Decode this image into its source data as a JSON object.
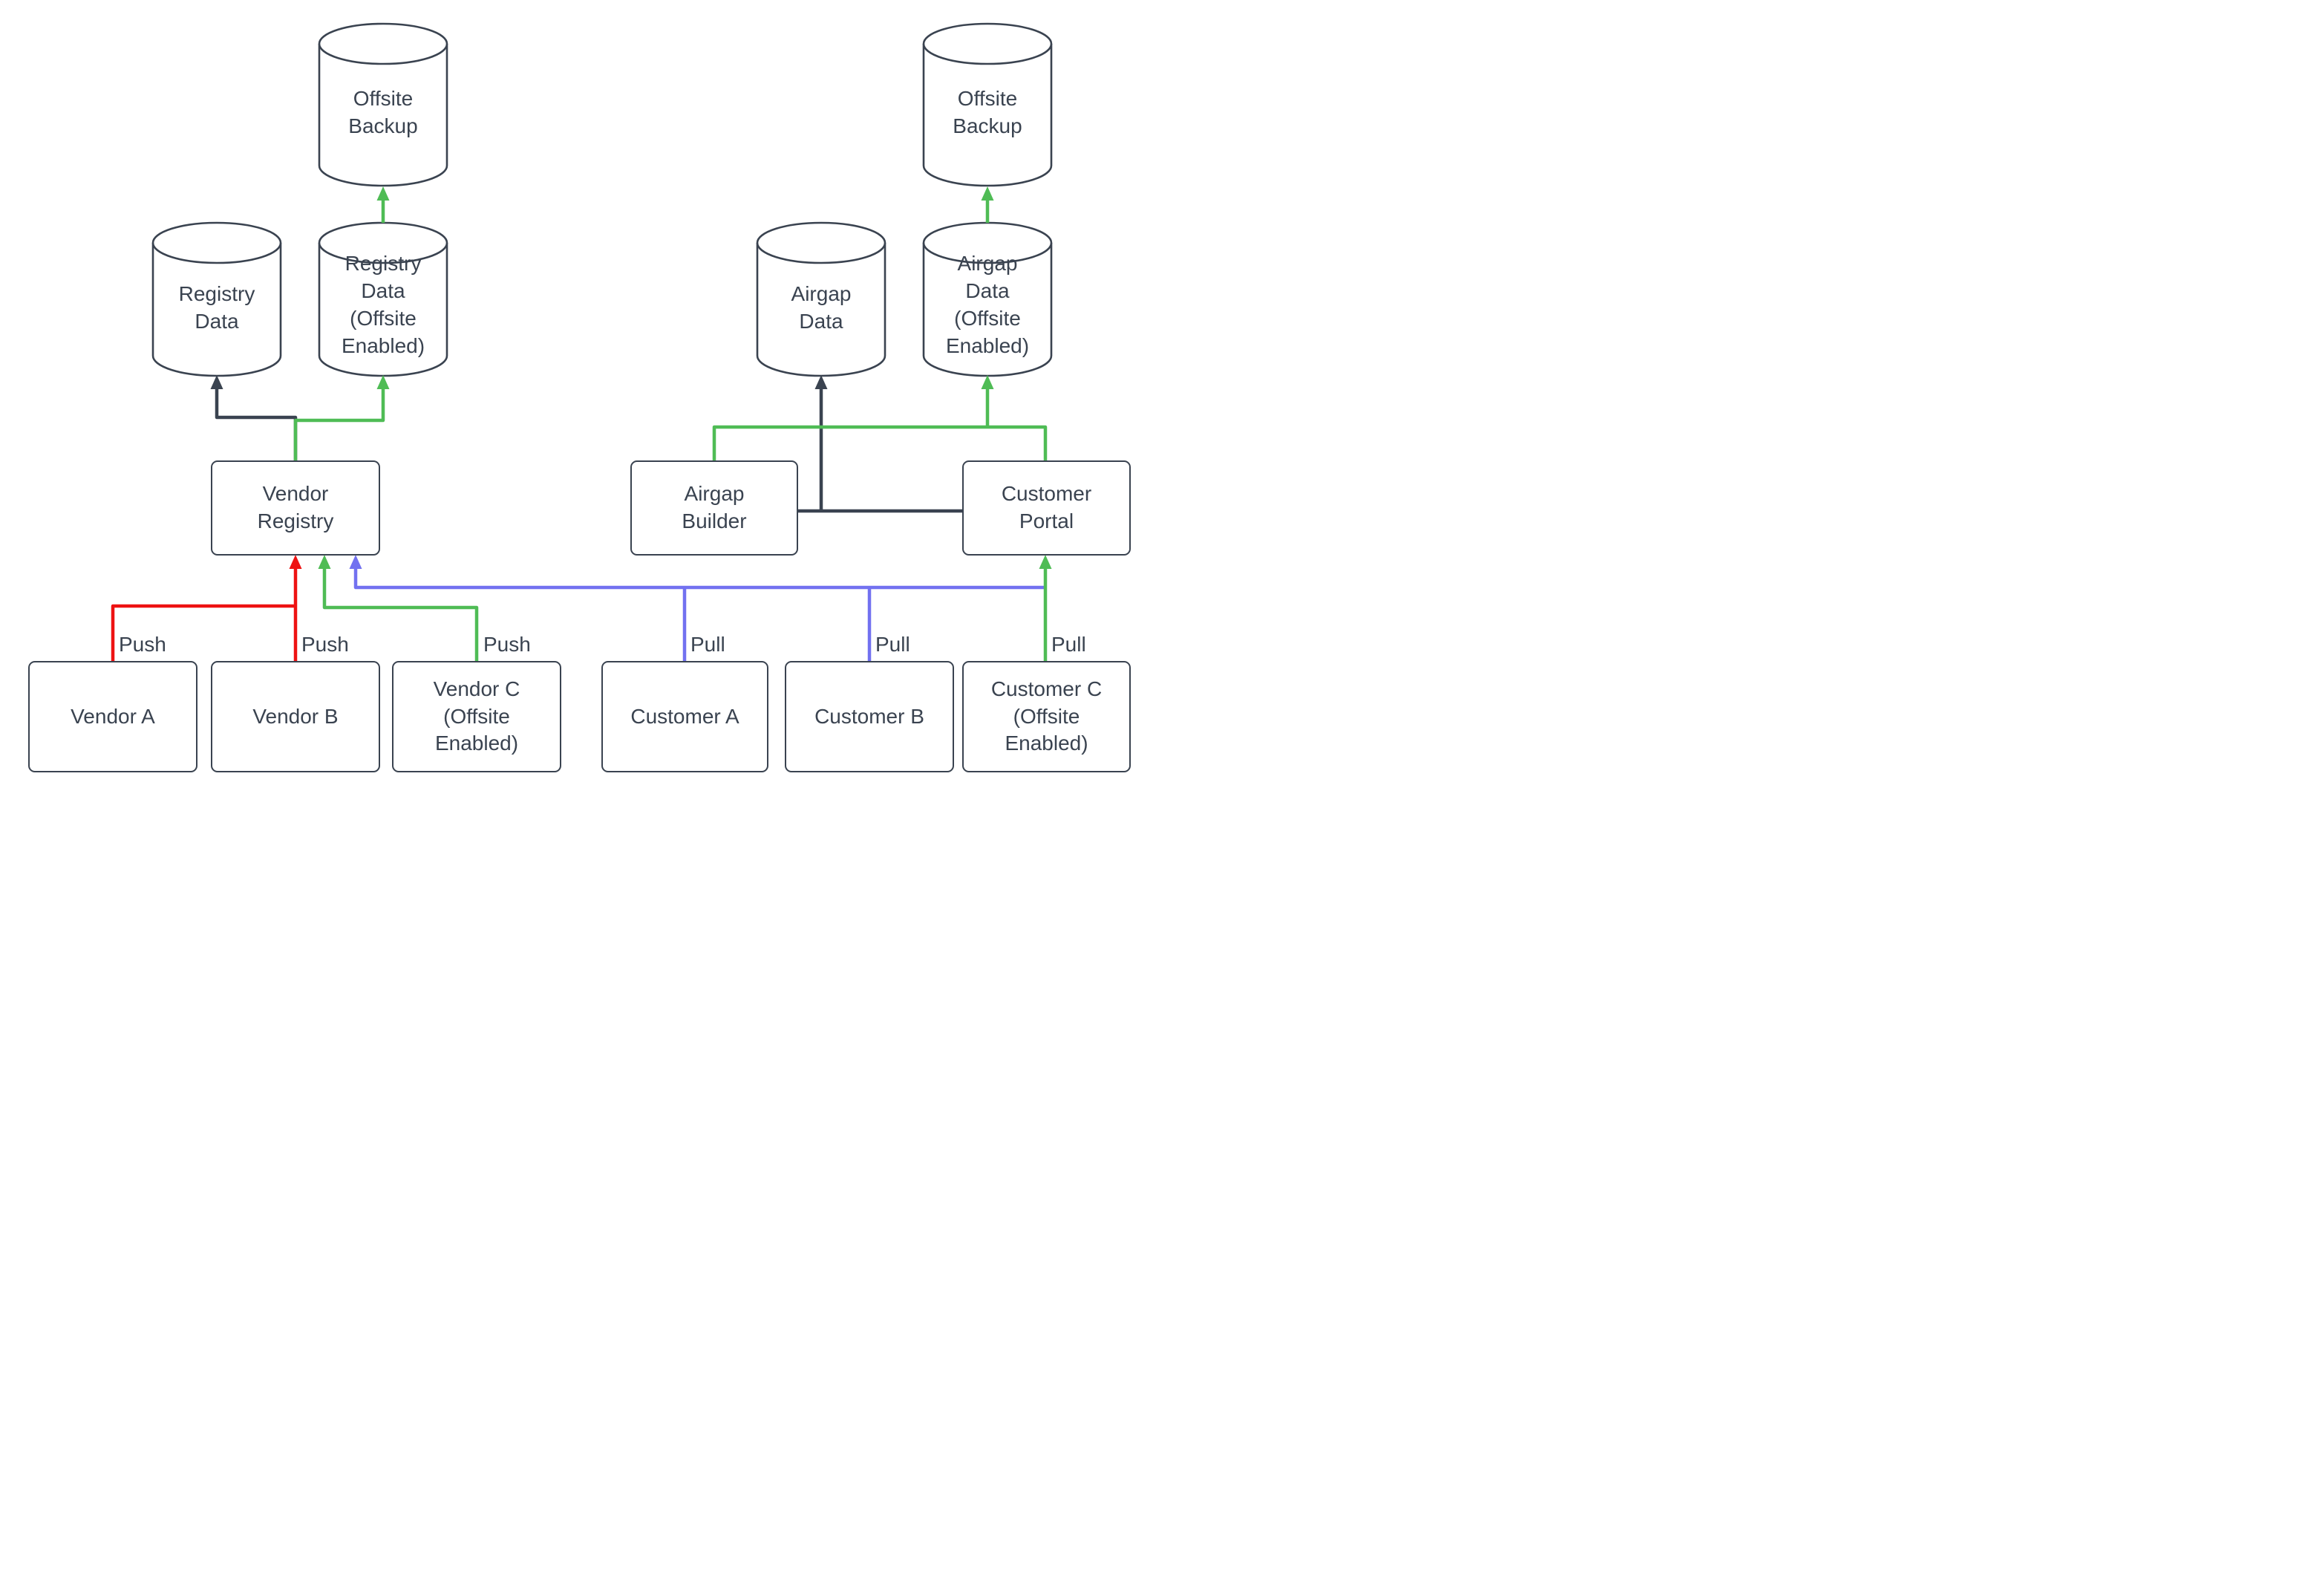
{
  "colors": {
    "ink": "#3a4350",
    "green": "#4fbc55",
    "red": "#ee1212",
    "blue": "#7271f0",
    "background": "#ffffff"
  },
  "cylinders": {
    "offsite_backup_left": {
      "lines": [
        "Offsite",
        "Backup"
      ]
    },
    "registry_data": {
      "lines": [
        "Registry",
        "Data"
      ]
    },
    "registry_data_offsite": {
      "lines": [
        "Registry",
        "Data",
        "(Offsite",
        "Enabled)"
      ]
    },
    "offsite_backup_right": {
      "lines": [
        "Offsite",
        "Backup"
      ]
    },
    "airgap_data": {
      "lines": [
        "Airgap",
        "Data"
      ]
    },
    "airgap_data_offsite": {
      "lines": [
        "Airgap",
        "Data",
        "(Offsite",
        "Enabled)"
      ]
    }
  },
  "boxes": {
    "vendor_registry": {
      "lines": [
        "Vendor",
        "Registry"
      ]
    },
    "airgap_builder": {
      "lines": [
        "Airgap",
        "Builder"
      ]
    },
    "customer_portal": {
      "lines": [
        "Customer",
        "Portal"
      ]
    },
    "vendor_a": {
      "lines": [
        "Vendor A"
      ]
    },
    "vendor_b": {
      "lines": [
        "Vendor B"
      ]
    },
    "vendor_c": {
      "lines": [
        "Vendor C",
        "(Offsite",
        "Enabled)"
      ]
    },
    "customer_a": {
      "lines": [
        "Customer A"
      ]
    },
    "customer_b": {
      "lines": [
        "Customer B"
      ]
    },
    "customer_c": {
      "lines": [
        "Customer C",
        "(Offsite",
        "Enabled)"
      ]
    }
  },
  "edge_labels": {
    "push_a": "Push",
    "push_b": "Push",
    "push_c": "Push",
    "pull_a": "Pull",
    "pull_b": "Pull",
    "pull_c": "Pull"
  },
  "edges": [
    {
      "from": "Vendor Registry",
      "to": "Registry Data",
      "color": "dark"
    },
    {
      "from": "Vendor Registry",
      "to": "Registry Data (Offsite Enabled)",
      "color": "green"
    },
    {
      "from": "Registry Data (Offsite Enabled)",
      "to": "Offsite Backup",
      "color": "green"
    },
    {
      "from": "Vendor A",
      "to": "Vendor Registry",
      "color": "red",
      "label": "Push"
    },
    {
      "from": "Vendor B",
      "to": "Vendor Registry",
      "color": "red",
      "label": "Push"
    },
    {
      "from": "Vendor C (Offsite Enabled)",
      "to": "Vendor Registry",
      "color": "green",
      "label": "Push"
    },
    {
      "from": "Customer A",
      "to": "Vendor Registry",
      "color": "blue",
      "label": "Pull"
    },
    {
      "from": "Customer B",
      "to": "Vendor Registry",
      "color": "blue",
      "label": "Pull"
    },
    {
      "from": "Customer C (Offsite Enabled)",
      "to": "Customer Portal",
      "color": "green",
      "label": "Pull"
    },
    {
      "from": "Airgap Builder",
      "to": "Airgap Data",
      "color": "dark"
    },
    {
      "from": "Airgap Builder",
      "to": "Customer Portal",
      "color": "dark"
    },
    {
      "from": "Airgap Builder / Customer Portal",
      "to": "Airgap Data (Offsite Enabled)",
      "color": "green"
    },
    {
      "from": "Airgap Data (Offsite Enabled)",
      "to": "Offsite Backup",
      "color": "green"
    }
  ]
}
